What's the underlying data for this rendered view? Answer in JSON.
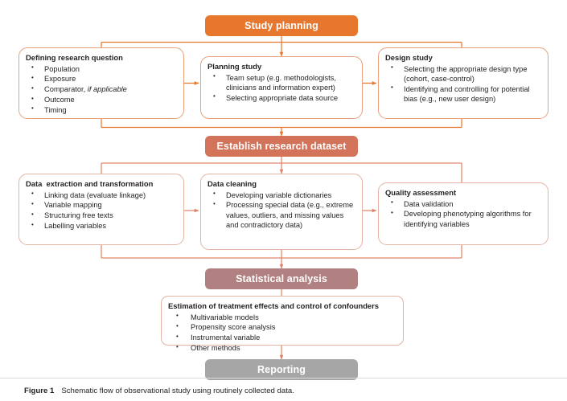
{
  "figure": {
    "caption_label": "Figure 1",
    "caption_text": "Schematic flow of observational study using routinely collected data."
  },
  "colors": {
    "orange": "#E8772E",
    "salmon": "#D3735A",
    "rose": "#B08180",
    "grey": "#A6A6A6",
    "box_border": "#E8A07E",
    "connector": "#E8772E",
    "connector_light": "#E3A189",
    "text": "#231f20"
  },
  "banners": {
    "study_planning": "Study planning",
    "establish_dataset": "Establish research dataset",
    "statistical_analysis": "Statistical analysis",
    "reporting": "Reporting"
  },
  "stages": [
    {
      "id": "defining-research-question",
      "title": "Defining research question",
      "bullets": [
        {
          "text": "Population"
        },
        {
          "text": "Exposure"
        },
        {
          "text": "Comparator, ",
          "italic_suffix": "if applicable"
        },
        {
          "text": "Outcome"
        },
        {
          "text": "Timing"
        }
      ]
    },
    {
      "id": "planning-study",
      "title": "Planning study",
      "bullets": [
        {
          "text": "Team setup (e.g.  methodologists, clinicians and information expert)"
        },
        {
          "text": "Selecting appropriate data source"
        }
      ]
    },
    {
      "id": "design-study",
      "title": "Design study",
      "bullets": [
        {
          "text": "Selecting the appropriate design type (cohort, case-control)"
        },
        {
          "text": "Identifying and controlling for potential bias (e.g., new user design)"
        }
      ]
    },
    {
      "id": "data-extraction",
      "title": "Data  extraction and transformation",
      "bullets": [
        {
          "text": "Linking data (evaluate linkage)"
        },
        {
          "text": "Variable mapping"
        },
        {
          "text": "Structuring free texts"
        },
        {
          "text": "Labelling variables"
        }
      ]
    },
    {
      "id": "data-cleaning",
      "title": "Data cleaning",
      "bullets": [
        {
          "text": "Developing variable dictionaries"
        },
        {
          "text": "Processing special data (e.g., extreme values, outliers, and missing values and contradictory data)"
        }
      ]
    },
    {
      "id": "quality-assessment",
      "title": "Quality assessment",
      "bullets": [
        {
          "text": "Data validation"
        },
        {
          "text": "Developing phenotyping algorithms for identifying variables"
        }
      ]
    },
    {
      "id": "estimation",
      "title": "Estimation of treatment effects and control of confounders",
      "bullets": [
        {
          "text": "Multivariable models"
        },
        {
          "text": "Propensity score analysis"
        },
        {
          "text": "Instrumental variable"
        },
        {
          "text": "Other methods"
        }
      ]
    }
  ]
}
